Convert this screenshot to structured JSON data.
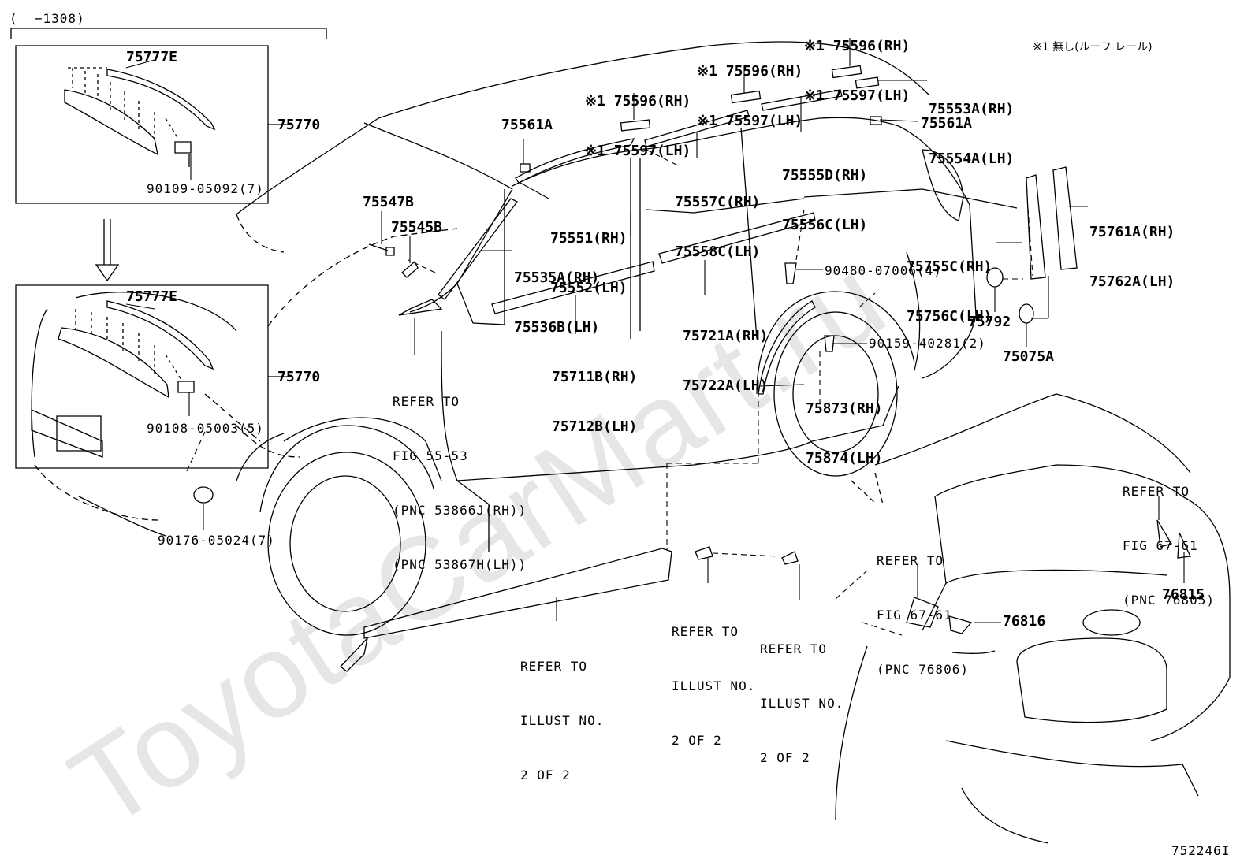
{
  "header": {
    "range_label": "(  −1308)"
  },
  "note": "※1 無し(ルーフ レール)",
  "watermark": "ToyotaCarMart.ru",
  "illustration_id": "752246I",
  "inset_top": {
    "part_moulding": "75777E",
    "assembly": "75770",
    "fastener": "90109-05092(7)"
  },
  "inset_bottom": {
    "part_moulding": "75777E",
    "assembly": "75770",
    "fastener": "90108-05003(5)"
  },
  "labels": {
    "clip_90176": "90176-05024(7)",
    "p75547B": "75547B",
    "p75545B": "75545B",
    "p75561A_left": "75561A",
    "p75535": [
      "75535A(RH)",
      "75536B(LH)"
    ],
    "p75551": [
      "75551(RH)",
      "75552(LH)"
    ],
    "p75596_a": [
      "※1 75596(RH)",
      "※1 75597(LH)"
    ],
    "p75596_b": [
      "※1 75596(RH)",
      "※1 75597(LH)"
    ],
    "p75596_c": [
      "※1 75596(RH)",
      "※1 75597(LH)"
    ],
    "p75557": [
      "75557C(RH)",
      "75558C(LH)"
    ],
    "p75555": [
      "75555D(RH)",
      "75556C(LH)"
    ],
    "p75553": [
      "75553A(RH)",
      "75554A(LH)"
    ],
    "p75561A_right": "75561A",
    "p75761": [
      "75761A(RH)",
      "75762A(LH)"
    ],
    "p75755": [
      "75755C(RH)",
      "75756C(LH)"
    ],
    "p90480": "90480-07006(4)",
    "p75792": "75792",
    "p75075A": "75075A",
    "p75721": [
      "75721A(RH)",
      "75722A(LH)"
    ],
    "p75711": [
      "75711B(RH)",
      "75712B(LH)"
    ],
    "p90159": "90159-40281(2)",
    "p75873": [
      "75873(RH)",
      "75874(LH)"
    ],
    "refer_fig55": [
      "REFER TO",
      "FIG 55-53",
      "(PNC 53866J(RH))",
      "(PNC 53867H(LH))"
    ],
    "refer_illust_1": [
      "REFER TO",
      "ILLUST NO.",
      "2 OF 2"
    ],
    "refer_illust_2": [
      "REFER TO",
      "ILLUST NO.",
      "2 OF 2"
    ],
    "refer_illust_3": [
      "REFER TO",
      "ILLUST NO.",
      "2 OF 2"
    ],
    "refer_fig67_right": [
      "REFER TO",
      "FIG 67-61",
      "(PNC 76805)"
    ],
    "refer_fig67_left": [
      "REFER TO",
      "FIG 67-61",
      "(PNC 76806)"
    ],
    "p76816": "76816",
    "p76815": "76815"
  }
}
